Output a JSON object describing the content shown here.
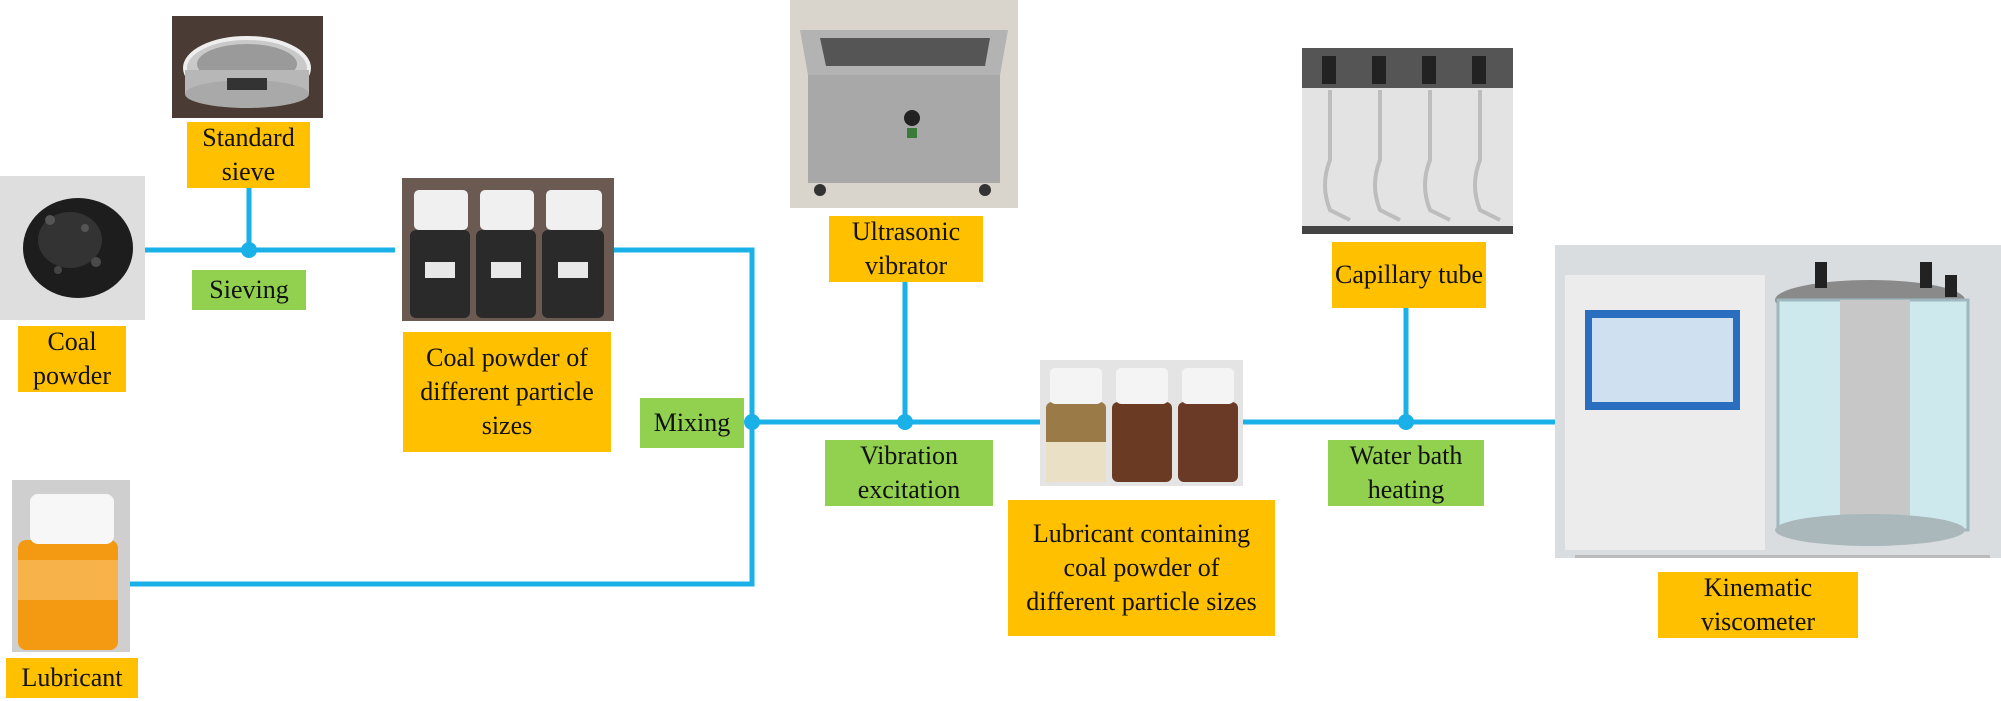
{
  "labels": {
    "standard_sieve": "Standard sieve",
    "coal_powder": "Coal powder",
    "sieving": "Sieving",
    "coal_powder_sizes": "Coal powder of different particle sizes",
    "mixing": "Mixing",
    "lubricant": "Lubricant",
    "ultrasonic_vibrator": "Ultrasonic vibrator",
    "vibration_excitation": "Vibration excitation",
    "lubricant_containing": "Lubricant containing coal powder of different particle sizes",
    "capillary_tube": "Capillary tube",
    "water_bath_heating": "Water bath heating",
    "kinematic_viscometer": "Kinematic viscometer"
  },
  "colors": {
    "line": "#1ab0e8",
    "process_box": "#92d050",
    "equipment_box": "#ffc000"
  },
  "photos": [
    "coal-pile-photo",
    "standard-sieve-photo",
    "coal-powder-bottles-photo",
    "lubricant-bottle-photo",
    "ultrasonic-vibrator-photo",
    "lubricant-coal-bottles-photo",
    "capillary-tubes-photo",
    "kinematic-viscometer-photo"
  ]
}
